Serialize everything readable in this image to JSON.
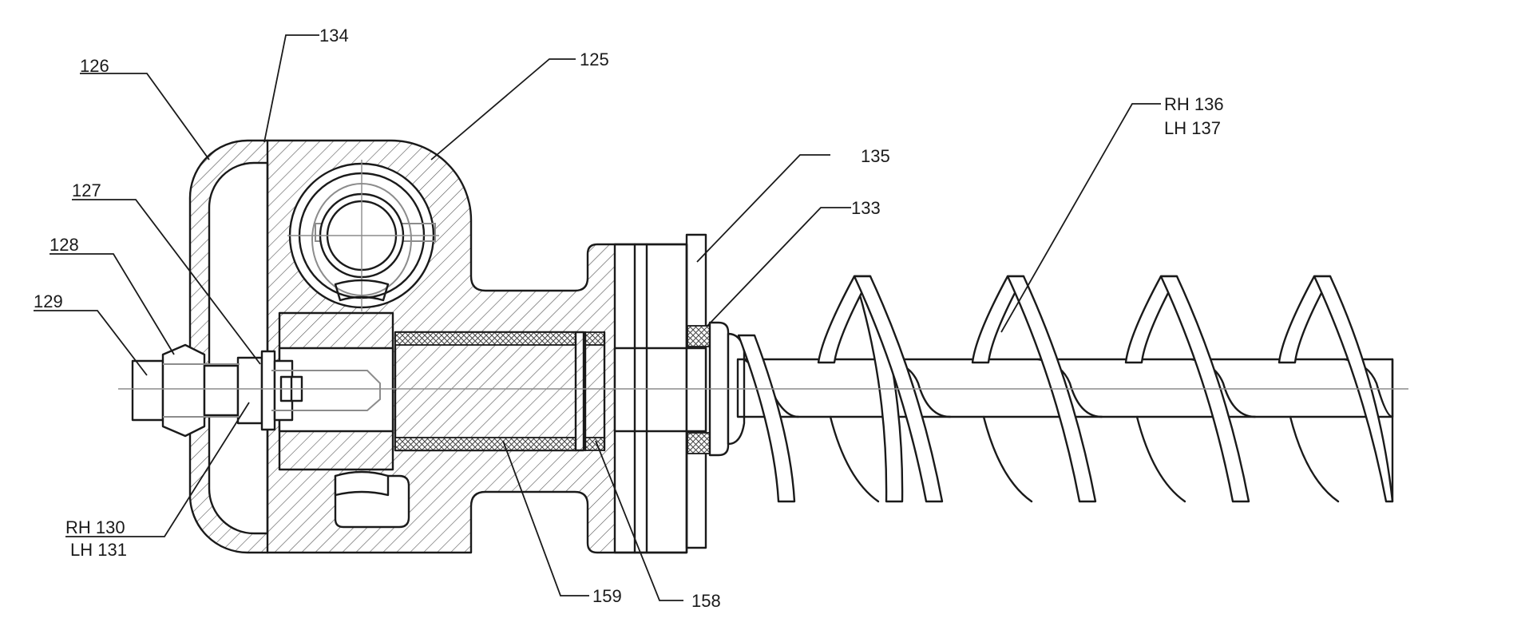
{
  "figure": {
    "labels": {
      "l125": "125",
      "l126": "126",
      "l127": "127",
      "l128": "128",
      "l129": "129",
      "l130": "RH 130",
      "l131": "LH 131",
      "l133": "133",
      "l134": "134",
      "l135": "135",
      "l136": "RH 136",
      "l137": "LH 137",
      "l158": "158",
      "l159": "159"
    }
  }
}
